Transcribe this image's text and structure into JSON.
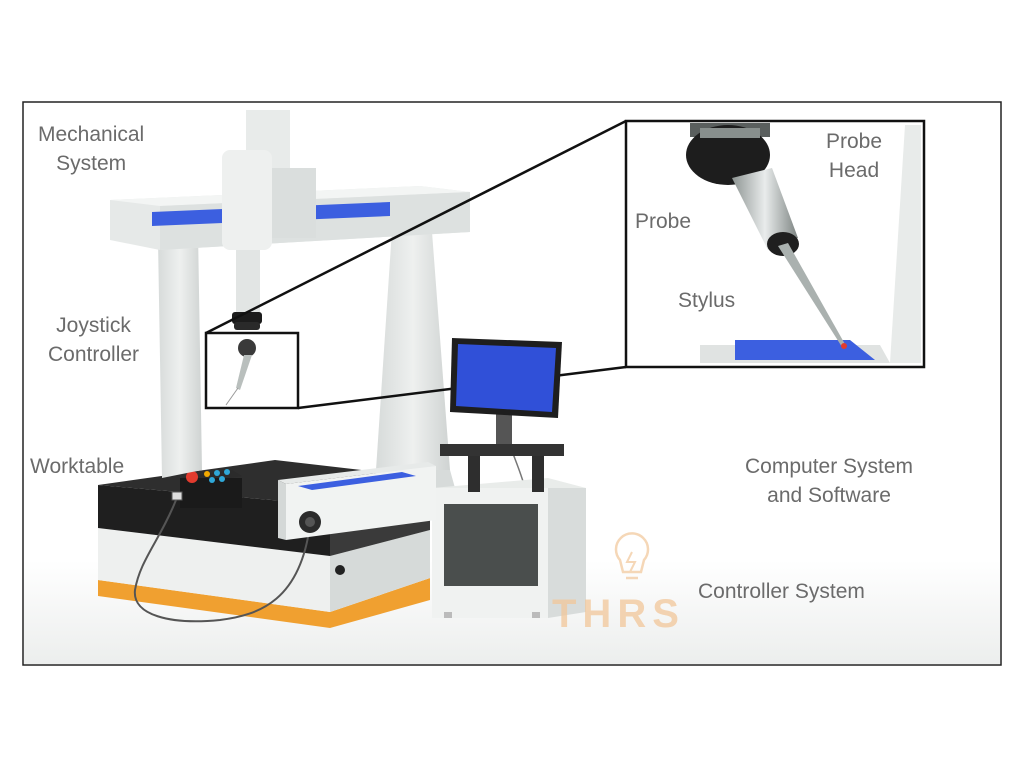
{
  "labels": {
    "mechanical_system": [
      "Mechanical",
      "System"
    ],
    "joystick_controller": [
      "Joystick",
      "Controller"
    ],
    "worktable": [
      "Worktable"
    ],
    "probe_head": [
      "Probe",
      "Head"
    ],
    "probe": [
      "Probe"
    ],
    "stylus": [
      "Stylus"
    ],
    "computer_system": [
      "Computer System",
      "and Software"
    ],
    "controller_system": [
      "Controller System"
    ]
  },
  "watermark": "THRS",
  "colors": {
    "frame": "#222222",
    "machine_grey": "#e4e7e6",
    "machine_shadow": "#c9cdcc",
    "accent_blue": "#3c5fe0",
    "screen_blue": "#3050d8",
    "granite": "#2a2a2a",
    "base_orange": "#f0a030",
    "label": "#6b6b6b",
    "watermark": "#f2c79a"
  },
  "icons": [
    "lightbulb-icon",
    "control-button-icon"
  ]
}
